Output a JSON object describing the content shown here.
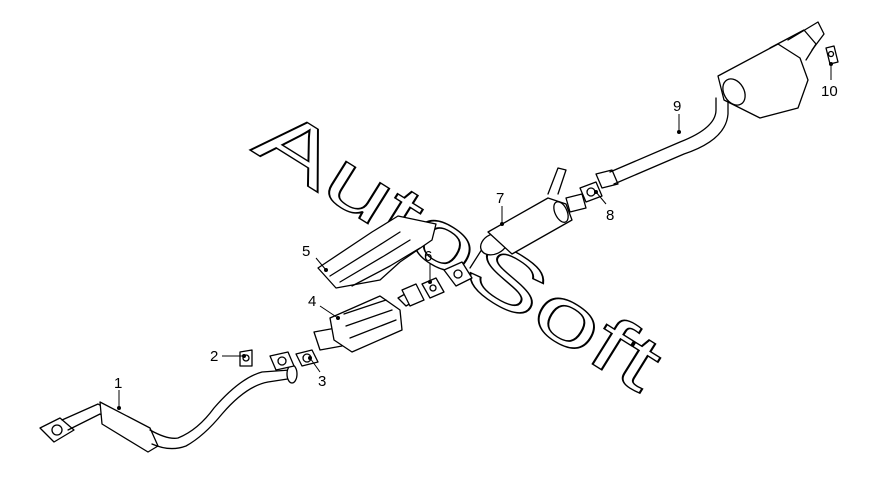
{
  "diagram": {
    "parts": [
      {
        "num": "1",
        "name": "front-pipe"
      },
      {
        "num": "2",
        "name": "bolt"
      },
      {
        "num": "3",
        "name": "gasket"
      },
      {
        "num": "4",
        "name": "catalytic-converter"
      },
      {
        "num": "5",
        "name": "heat-shield"
      },
      {
        "num": "6",
        "name": "gasket"
      },
      {
        "num": "7",
        "name": "center-muffler"
      },
      {
        "num": "8",
        "name": "gasket"
      },
      {
        "num": "9",
        "name": "rear-muffler"
      },
      {
        "num": "10",
        "name": "rubber-hanger"
      }
    ]
  },
  "watermark": {
    "text": "AutoSoft",
    "color": "#000000"
  }
}
